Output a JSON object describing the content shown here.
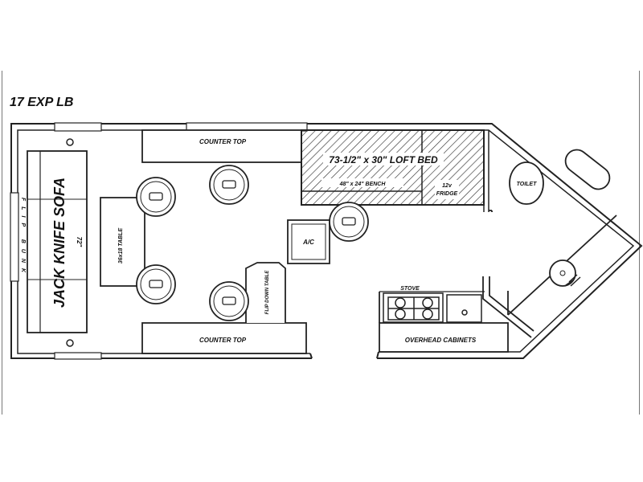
{
  "model_title": "17 EXP LB",
  "labels": {
    "counter_top_upper": "COUNTER TOP",
    "counter_top_lower": "COUNTER TOP",
    "loft_bed": "73-1/2\" x 30\" LOFT BED",
    "bench": "48\" x 24\" BENCH",
    "fridge_line1": "12v",
    "fridge_line2": "FRIDGE",
    "toilet": "TOILET",
    "sofa": "JACK KNIFE SOFA",
    "sofa_size": "72\"",
    "flip_bunk": "FLIP BUNK",
    "table": "36x18 TABLE",
    "ac": "A/C",
    "flip_down_table": "FLIP DOWN TABLE",
    "stove": "STOVE",
    "overhead_cabinets": "OVERHEAD CABINETS"
  }
}
